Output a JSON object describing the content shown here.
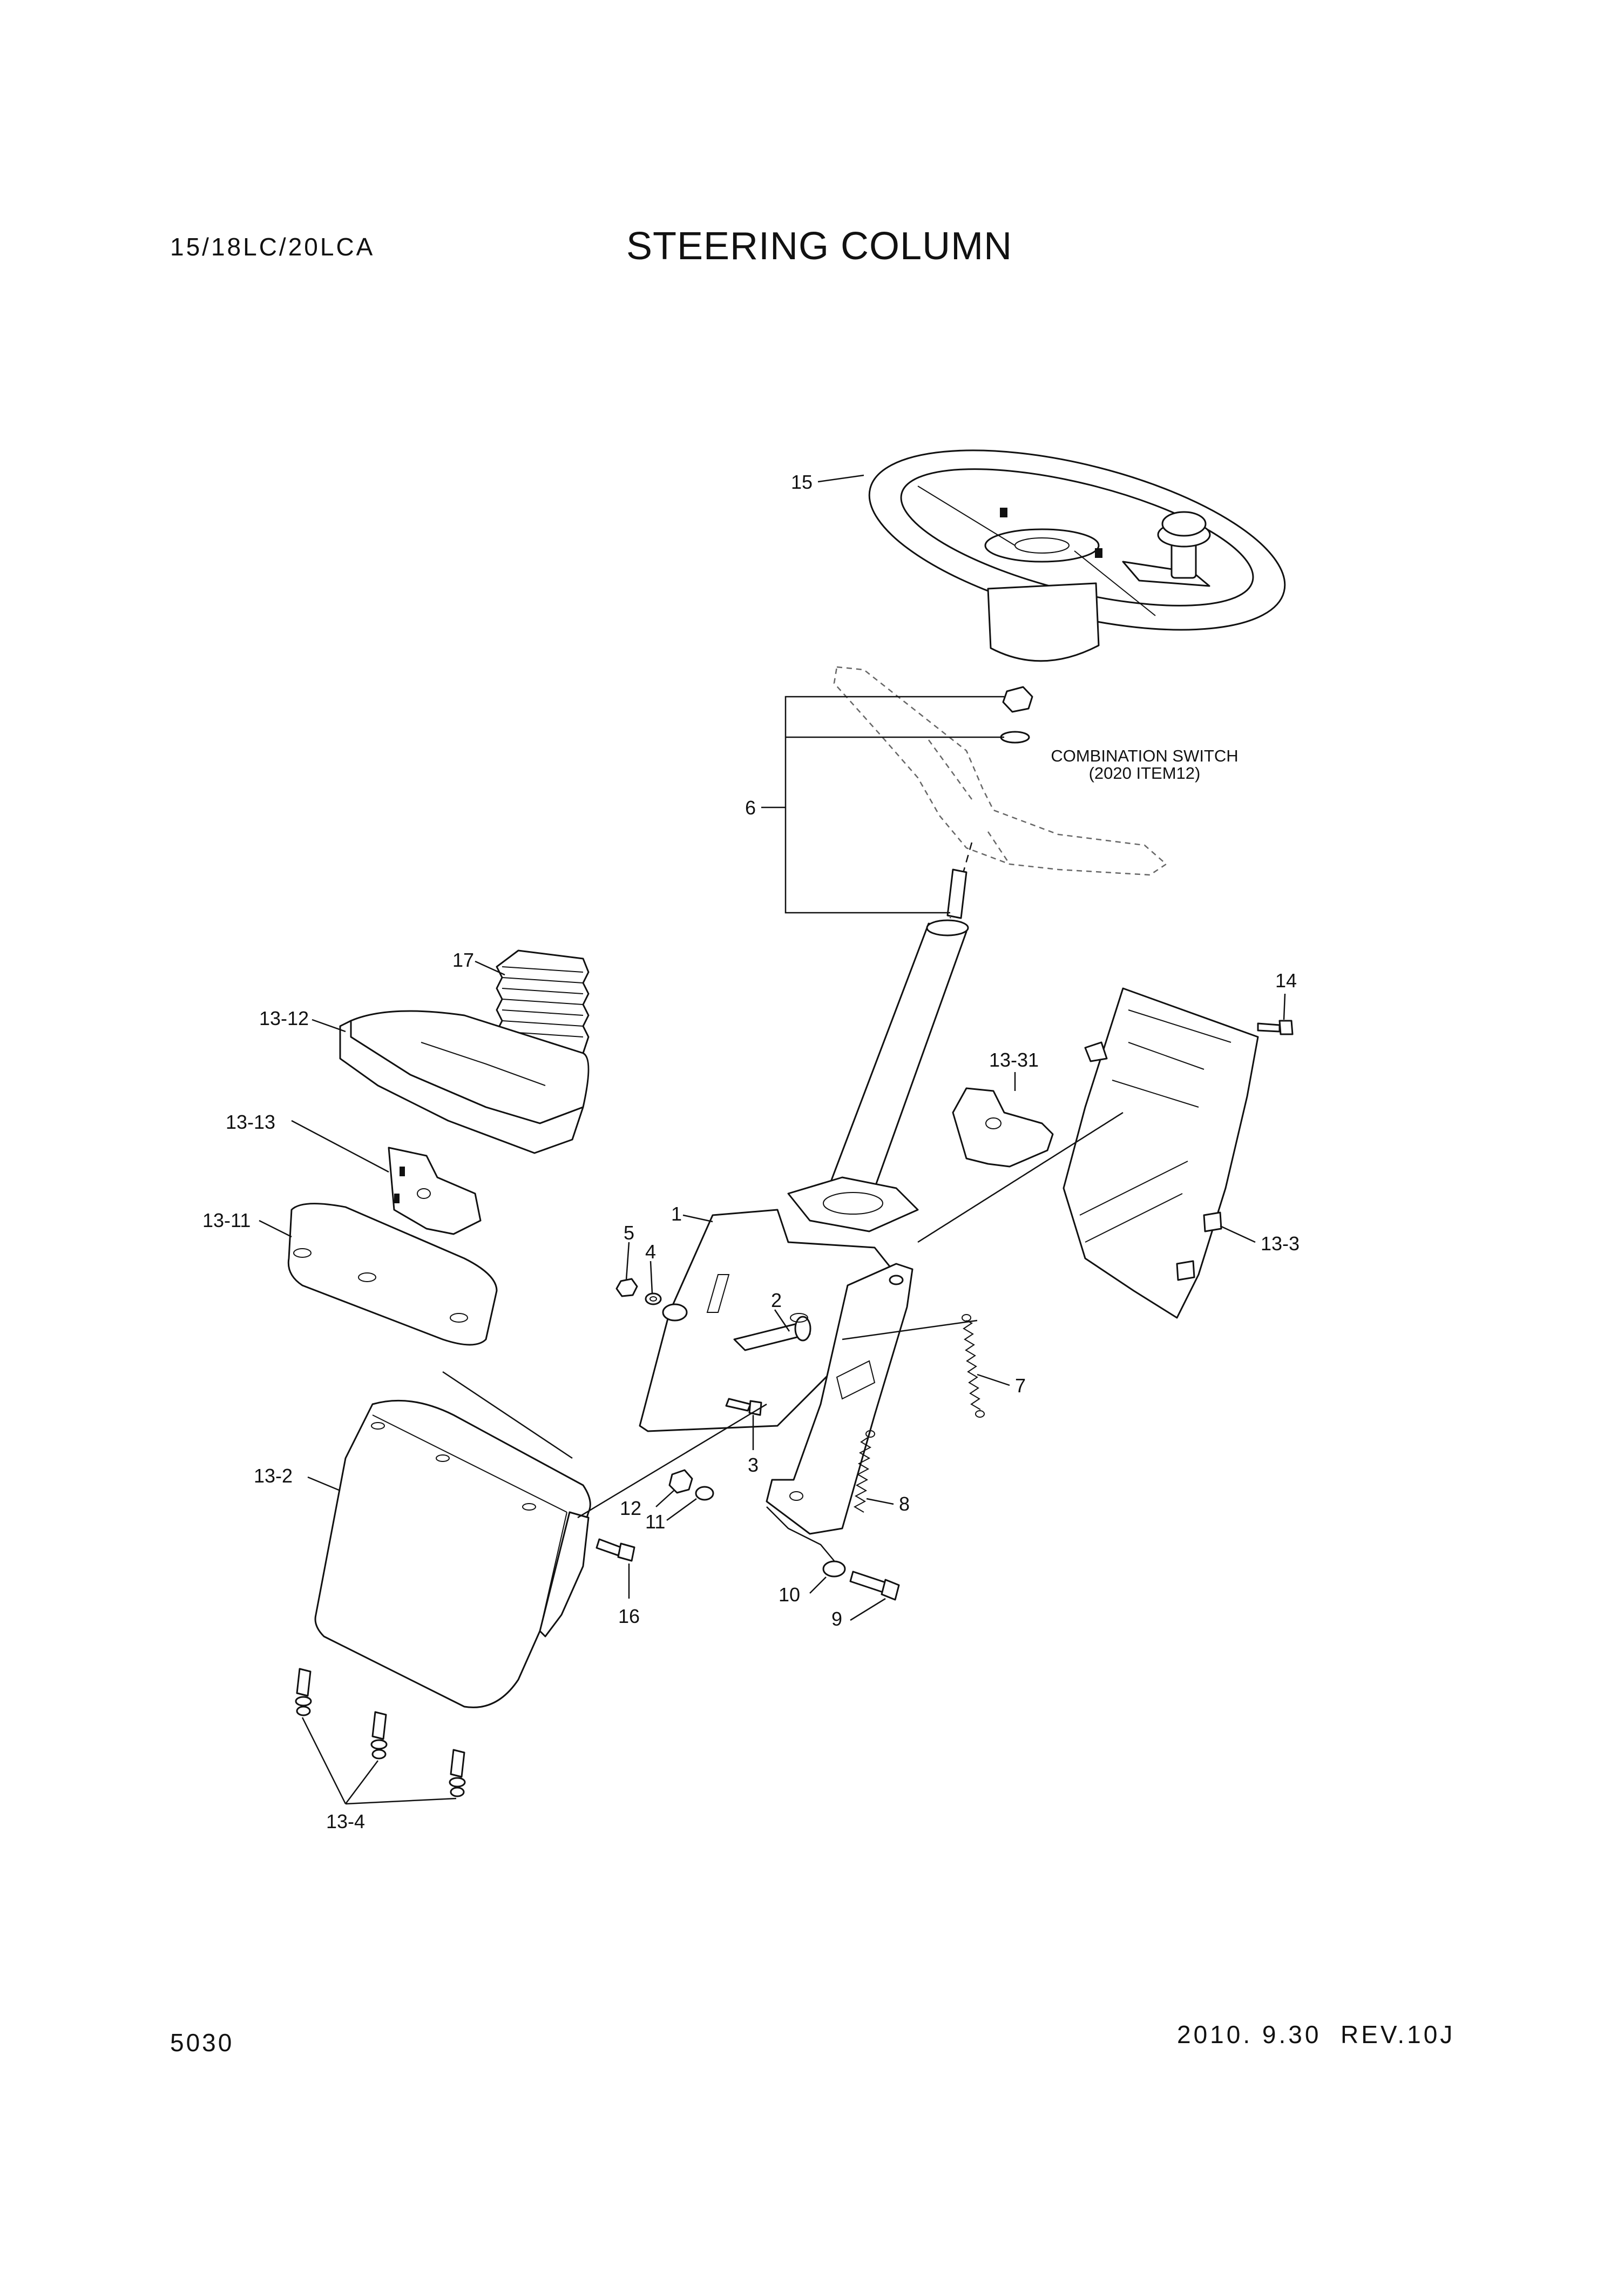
{
  "header": {
    "model": "15/18LC/20LCA",
    "title": "STEERING COLUMN"
  },
  "footer": {
    "page_number": "5030",
    "revision": "2010. 9.30  REV.10J"
  },
  "diagram": {
    "callouts": {
      "c15": "15",
      "c6": "6",
      "c17": "17",
      "c14": "14",
      "c13_12": "13-12",
      "c13_31": "13-31",
      "c13_13": "13-13",
      "c1": "1",
      "c13_11": "13-11",
      "c5": "5",
      "c4": "4",
      "c2": "2",
      "c13_3": "13-3",
      "c7": "7",
      "c3": "3",
      "c13_2": "13-2",
      "c12": "12",
      "c11": "11",
      "c8": "8",
      "c16": "16",
      "c10": "10",
      "c9": "9",
      "c13_4": "13-4"
    },
    "note": {
      "line1": "COMBINATION SWITCH",
      "line2": "(2020 ITEM12)"
    }
  }
}
